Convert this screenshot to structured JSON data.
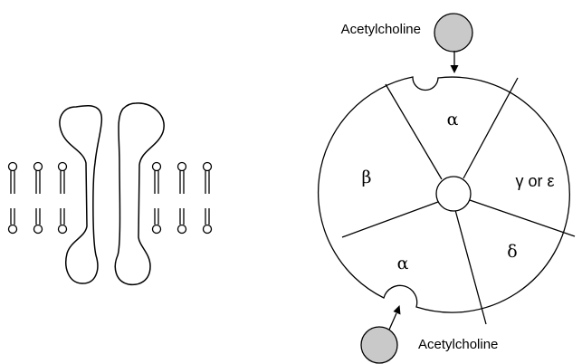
{
  "labels": {
    "acetylcholine_top": "Acetylcholine",
    "acetylcholine_bottom": "Acetylcholine"
  },
  "subunits": {
    "alpha_top": "α",
    "beta": "β",
    "gamma_or_epsilon": "γ or ε",
    "alpha_bottom": "α",
    "delta": "δ"
  },
  "colors": {
    "ligand_fill": "#c9c9c9",
    "stroke": "#000000",
    "background": "#ffffff"
  }
}
